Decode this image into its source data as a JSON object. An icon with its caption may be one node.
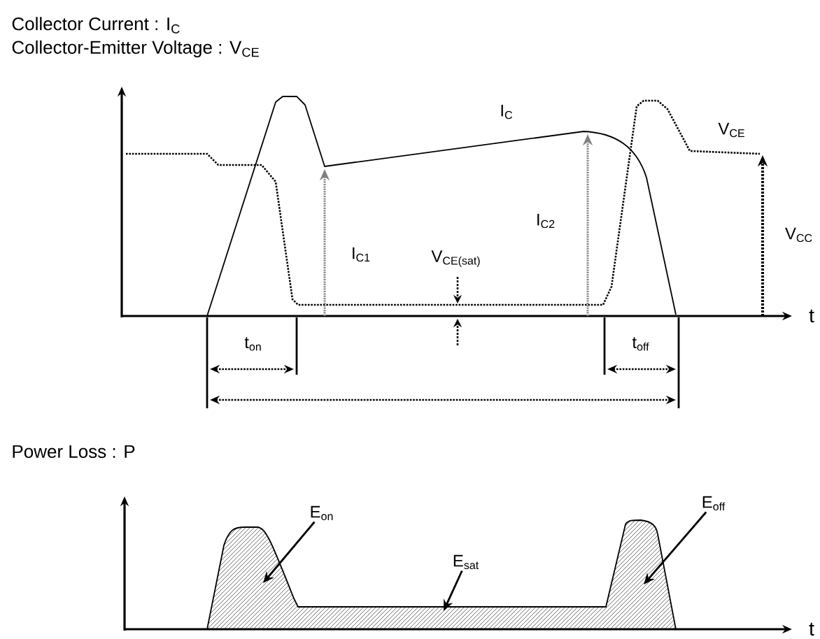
{
  "diagram": {
    "nodes": [
      {
        "text": [
          "E$_{on}$"
        ]
      },
      {
        "text": [
          "E$_{off}$"
        ]
      },
      {
        "text": [
          "E$_{sat}$"
        ]
      }
    ],
    "edges": [
      {
        "from": 0,
        "to": null,
        "arrow": "to"
      },
      {
        "from": 1,
        "to": null,
        "arrow": "to"
      },
      {
        "from": 2,
        "to": null,
        "arrow": "to"
      }
    ],
    "labels": [
      "Collector Current : I$_{C}$",
      "Collector-Emitter Voltage : V$_{CE}$",
      "I$_{C}$",
      "V$_{CE}$",
      "I$_{C2}$",
      "I$_{C1}$",
      "V$_{CE(sat)}$",
      "V$_{CC}$",
      "t",
      "t$_{on}$",
      "t$_{off}$",
      "Power Loss : P",
      "t"
    ]
  }
}
